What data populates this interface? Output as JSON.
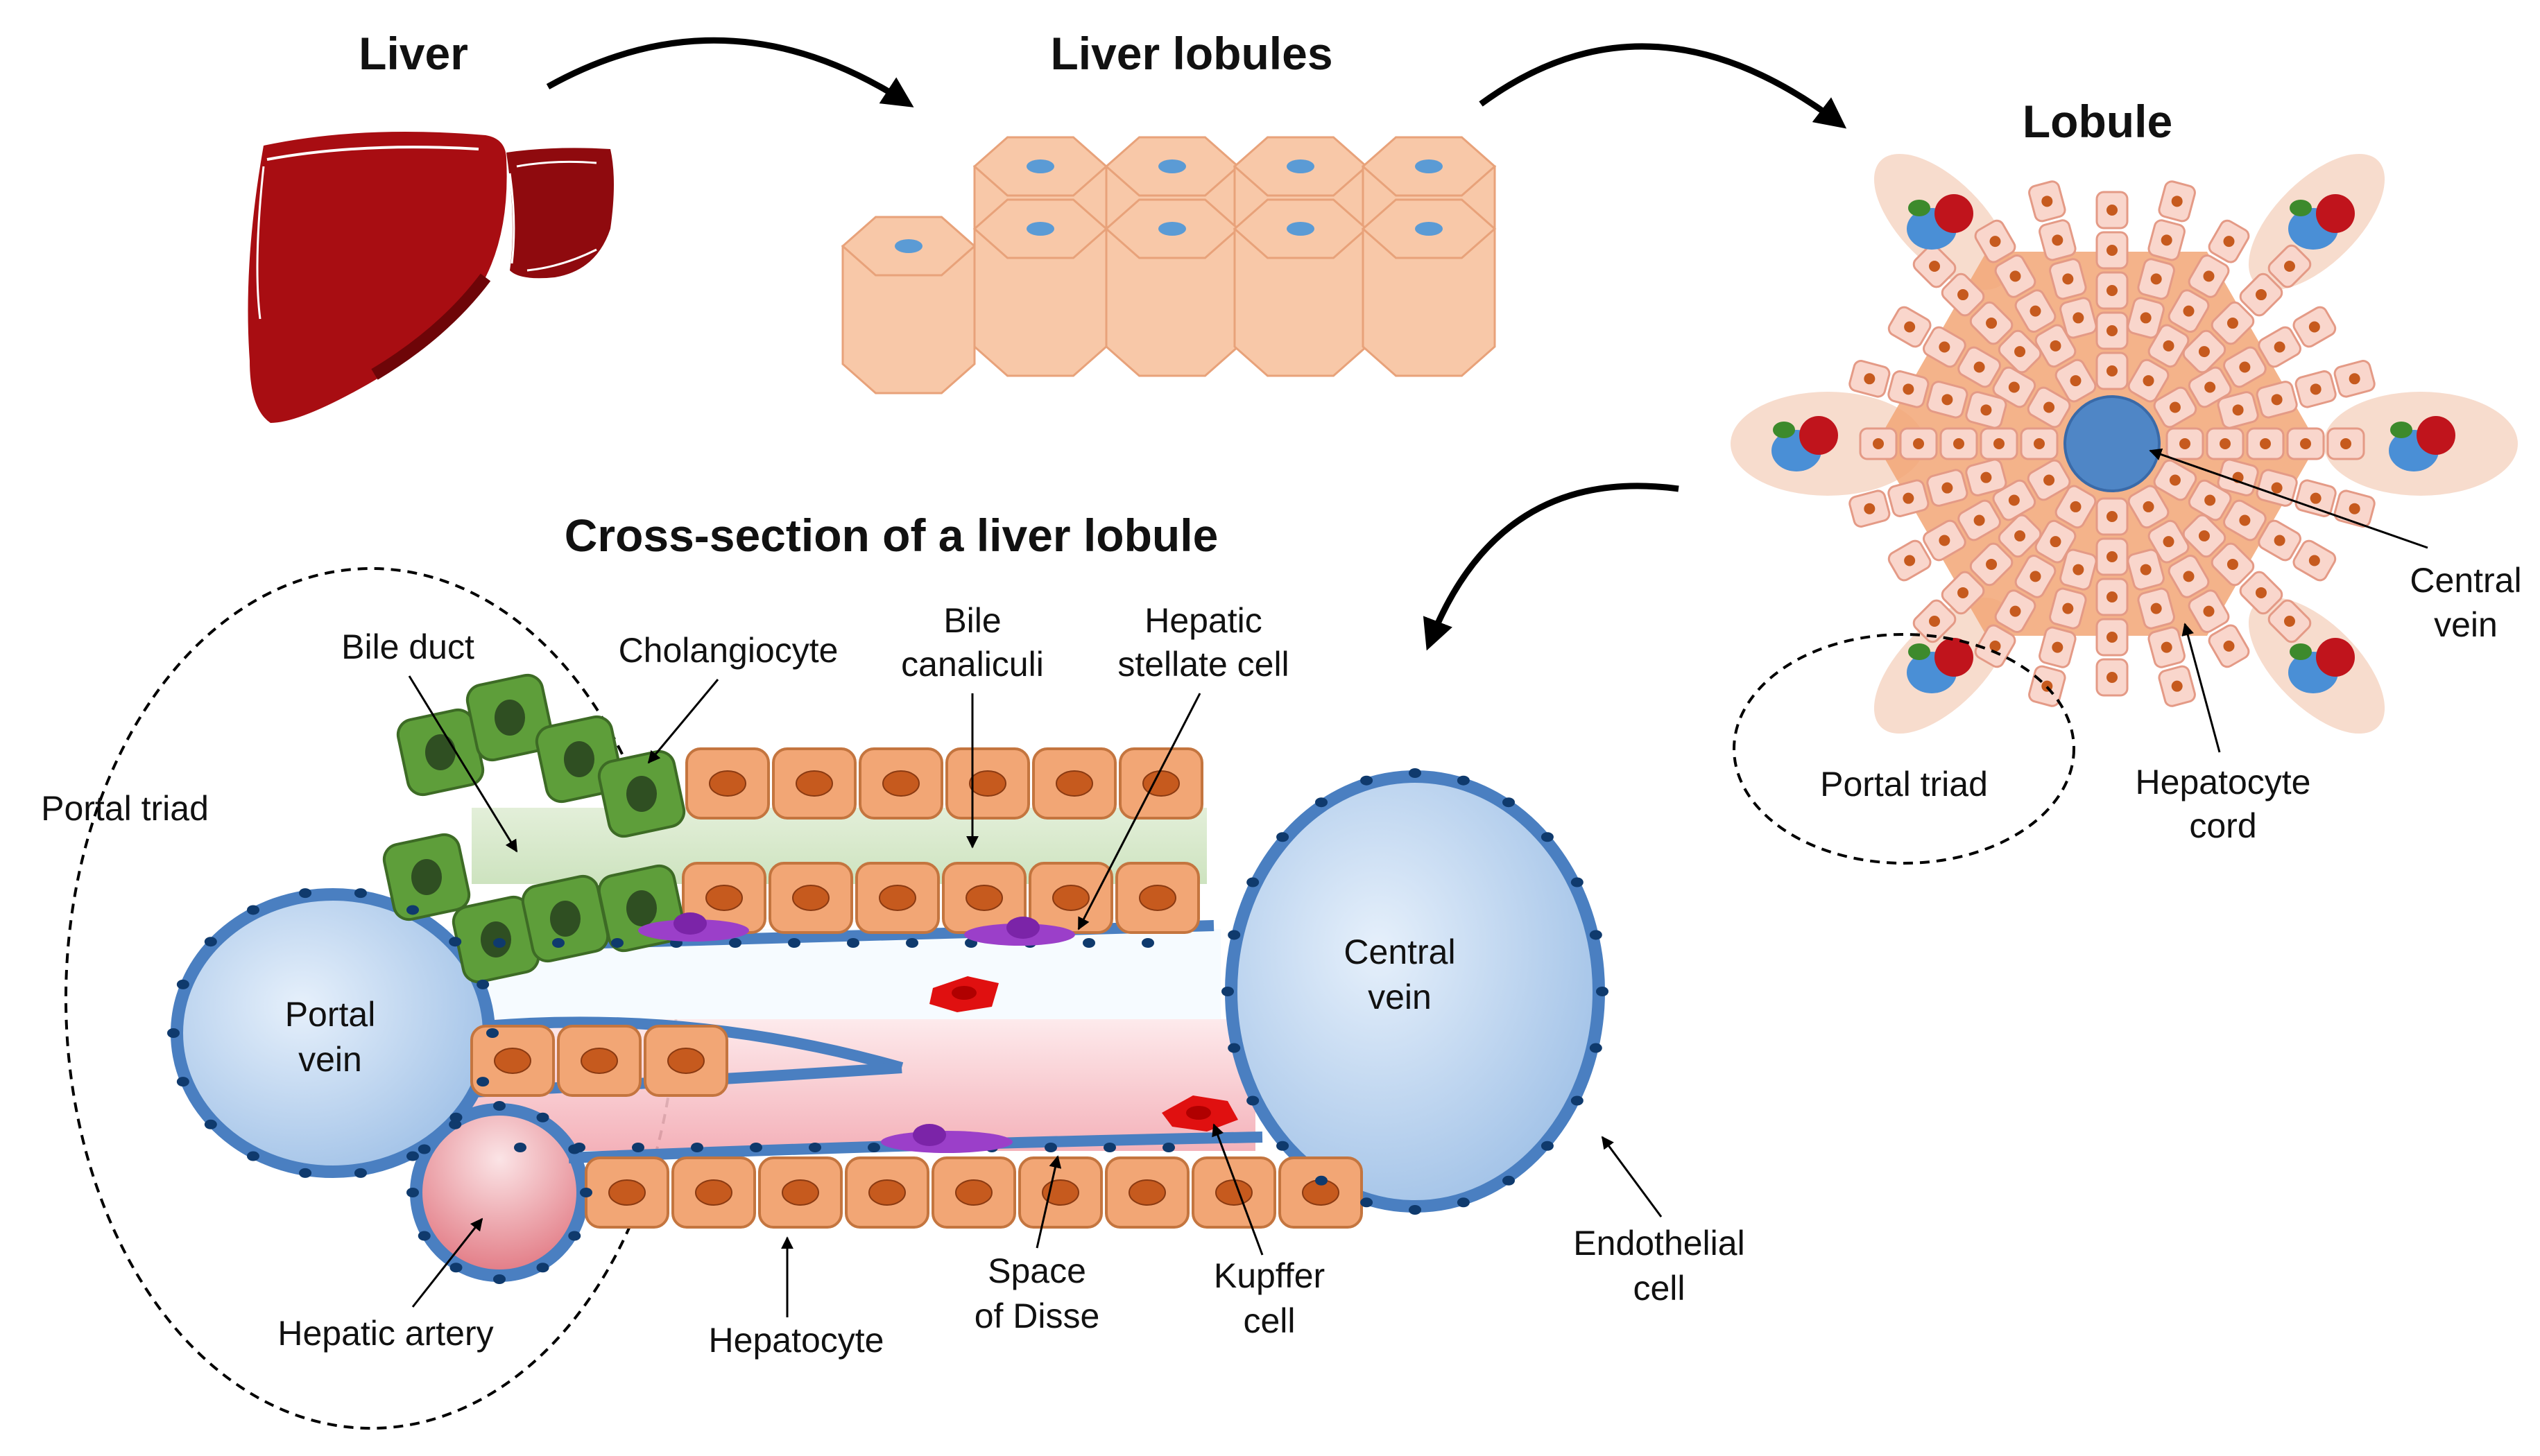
{
  "titles": {
    "liver": "Liver",
    "liver_lobules": "Liver lobules",
    "lobule": "Lobule",
    "cross_section": "Cross-section of a liver lobule"
  },
  "lobule_labels": {
    "central_vein": [
      "Central",
      "vein"
    ],
    "portal_triad": "Portal triad",
    "hepatocyte_cord": [
      "Hepatocyte",
      "cord"
    ]
  },
  "cross_labels": {
    "portal_triad": "Portal triad",
    "bile_duct": "Bile duct",
    "cholangiocyte": "Cholangiocyte",
    "bile_canaliculi": [
      "Bile",
      "canaliculi"
    ],
    "hepatic_stellate_cell": [
      "Hepatic",
      "stellate cell"
    ],
    "portal_vein": [
      "Portal",
      "vein"
    ],
    "central_vein": [
      "Central",
      "vein"
    ],
    "hepatic_artery": "Hepatic artery",
    "hepatocyte": "Hepatocyte",
    "space_of_disse": [
      "Space",
      "of Disse"
    ],
    "kupffer_cell": [
      "Kupffer",
      "cell"
    ],
    "endothelial_cell": [
      "Endothelial",
      "cell"
    ]
  },
  "colors": {
    "liver": "#a80d12",
    "hepatocyte_fill": "#f2a675",
    "hepatocyte_nucleus": "#c65a1e",
    "lobule_tile": "#f8c8a8",
    "lobule_nucleus": "#5b9bd5",
    "cholangiocyte": "#5e9e3a",
    "vein_blue": "#a8c8ea",
    "endothelium": "#4a7fc1",
    "stellate": "#9b3fc9",
    "kupffer": "#e01010",
    "artery": "#f0a0a8"
  }
}
